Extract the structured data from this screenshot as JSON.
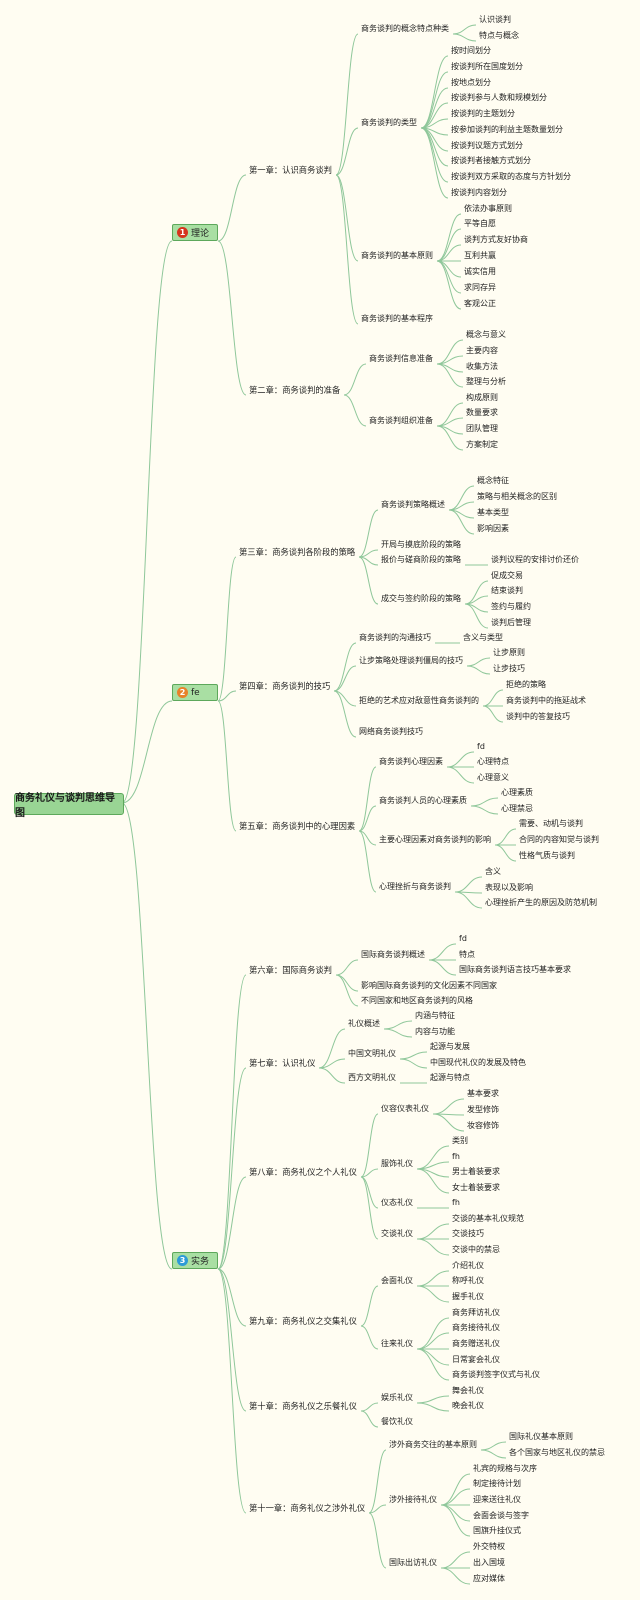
{
  "root": "商务礼仪与谈判思维导图",
  "branches": [
    {
      "badge": "1",
      "label": "理论",
      "color": "#d6341e"
    },
    {
      "badge": "2",
      "label": "fe",
      "color": "#e8822a"
    },
    {
      "badge": "3",
      "label": "实务",
      "color": "#2d9bd6"
    }
  ],
  "nodes": [
    "第一章：认识商务谈判",
    "商务谈判的概念特点种类",
    "认识谈判",
    "特点与概念",
    "商务谈判的类型",
    "按时间划分",
    "按谈判所在国度划分",
    "按地点划分",
    "按谈判参与人数和规模划分",
    "按谈判的主题划分",
    "按参加谈判的利益主题数量划分",
    "按谈判议题方式划分",
    "按谈判者接触方式划分",
    "按谈判双方采取的态度与方针划分",
    "按谈判内容划分",
    "商务谈判的基本原则",
    "依法办事原则",
    "平等自愿",
    "谈判方式友好协商",
    "互利共赢",
    "诚实信用",
    "求同存异",
    "客观公正",
    "商务谈判的基本程序",
    "第二章：商务谈判的准备",
    "商务谈判信息准备",
    "概念与意义",
    "主要内容",
    "收集方法",
    "整理与分析",
    "商务谈判组织准备",
    "构成原则",
    "数量要求",
    "团队管理",
    "方案制定",
    "第三章：商务谈判各阶段的策略",
    "商务谈判策略概述",
    "概念特征",
    "策略与相关概念的区别",
    "基本类型",
    "影响因素",
    "开局与摸底阶段的策略",
    "报价与磋商阶段的策略",
    "谈判议程的安排讨价还价",
    "成交与签约阶段的策略",
    "促成交易",
    "结束谈判",
    "签约与履约",
    "谈判后管理",
    "第四章：商务谈判的技巧",
    "商务谈判的沟通技巧",
    "含义与类型",
    "让步策略处理谈判僵局的技巧",
    "让步原则",
    "让步技巧",
    "拒绝的艺术应对敌意性商务谈判的",
    "拒绝的策略",
    "商务谈判中的拖延战术",
    "谈判中的答复技巧",
    "网络商务谈判技巧",
    "第五章：商务谈判中的心理因素",
    "商务谈判心理因素",
    "fd",
    "心理特点",
    "心理意义",
    "商务谈判人员的心理素质",
    "心理素质",
    "心理禁忌",
    "主要心理因素对商务谈判的影响",
    "需要、动机与谈判",
    "合同的内容知觉与谈判",
    "性格气质与谈判",
    "心理挫折与商务谈判",
    "含义",
    "表现以及影响",
    "心理挫折产生的原因及防范机制",
    "第六章：国际商务谈判",
    "国际商务谈判概述",
    "fd",
    "特点",
    "国际商务谈判语言技巧基本要求",
    "影响国际商务谈判的文化因素不同国家",
    "不同国家和地区商务谈判的风格",
    "第七章：认识礼仪",
    "礼仪概述",
    "内涵与特征",
    "内容与功能",
    "中国文明礼仪",
    "起源与发展",
    "中国现代礼仪的发展及特色",
    "西方文明礼仪",
    "起源与特点",
    "第八章：商务礼仪之个人礼仪",
    "仪容仪表礼仪",
    "基本要求",
    "发型修饰",
    "妆容修饰",
    "服饰礼仪",
    "类别",
    "fh",
    "男士着装要求",
    "女士着装要求",
    "仪态礼仪",
    "fh",
    "交谈礼仪",
    "交谈的基本礼仪规范",
    "交谈技巧",
    "交谈中的禁忌",
    "第九章：商务礼仪之交集礼仪",
    "会面礼仪",
    "介绍礼仪",
    "称呼礼仪",
    "握手礼仪",
    "往来礼仪",
    "商务拜访礼仪",
    "商务接待礼仪",
    "商务赠送礼仪",
    "日常宴会礼仪",
    "商务谈判签字仪式与礼仪",
    "第十章：商务礼仪之乐餐礼仪",
    "娱乐礼仪",
    "舞会礼仪",
    "晚会礼仪",
    "餐饮礼仪",
    "第十一章：商务礼仪之涉外礼仪",
    "涉外商务交往的基本原则",
    "国际礼仪基本原则",
    "各个国家与地区礼仪的禁忌",
    "涉外接待礼仪",
    "礼宾的规格与次序",
    "制定接待计划",
    "迎来送往礼仪",
    "会面会谈与签字",
    "国旗升挂仪式",
    "国际出访礼仪",
    "外交特权",
    "出入国境",
    "应对媒体"
  ]
}
